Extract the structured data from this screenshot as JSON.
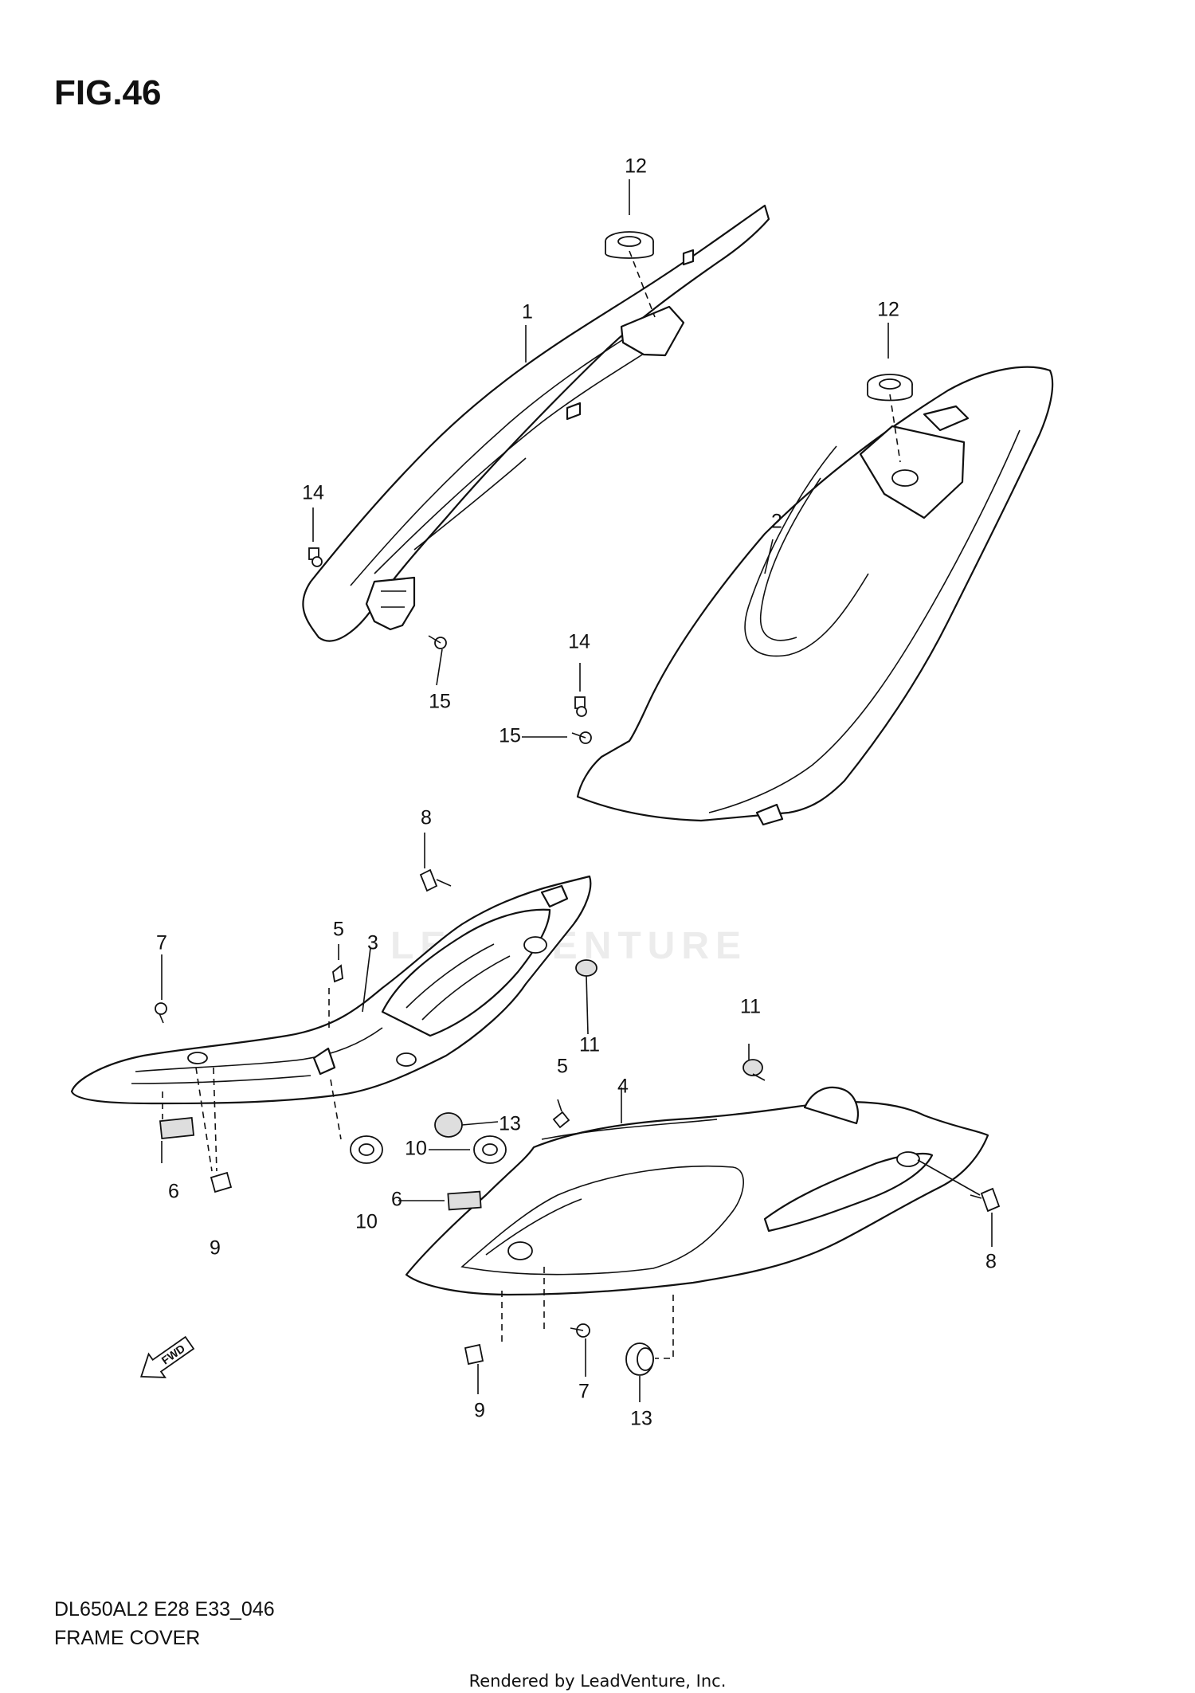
{
  "figure_title": "FIG.46",
  "model_code": "DL650AL2 E28 E33_046",
  "page_subtitle": "FRAME COVER",
  "footer": "Rendered by LeadVenture, Inc.",
  "watermark": "LEADVENTURE",
  "fwd_label": "FWD",
  "callouts": [
    "1",
    "2",
    "3",
    "4",
    "5",
    "5",
    "6",
    "6",
    "7",
    "7",
    "8",
    "8",
    "9",
    "9",
    "10",
    "10",
    "11",
    "11",
    "12",
    "12",
    "13",
    "13",
    "14",
    "14",
    "15",
    "15"
  ]
}
